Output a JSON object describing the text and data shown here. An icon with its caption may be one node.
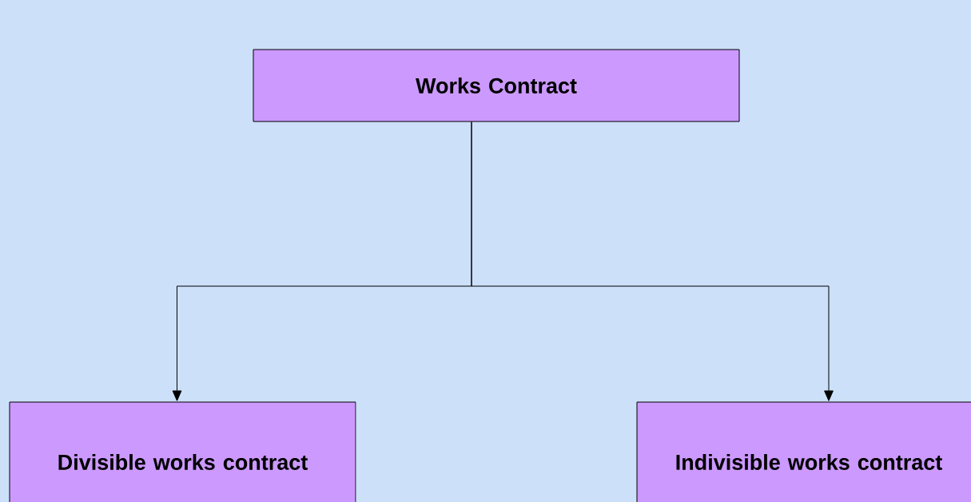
{
  "diagram": {
    "nodes": [
      {
        "text": [
          "Works Contract"
        ]
      },
      {
        "text": [
          "Divisible works contract"
        ]
      },
      {
        "text": [
          "Indivisible works contract"
        ]
      }
    ],
    "edges": [
      {
        "from": 0,
        "to": 1,
        "arrow": "to"
      },
      {
        "from": 0,
        "to": 2,
        "arrow": "to"
      }
    ]
  }
}
